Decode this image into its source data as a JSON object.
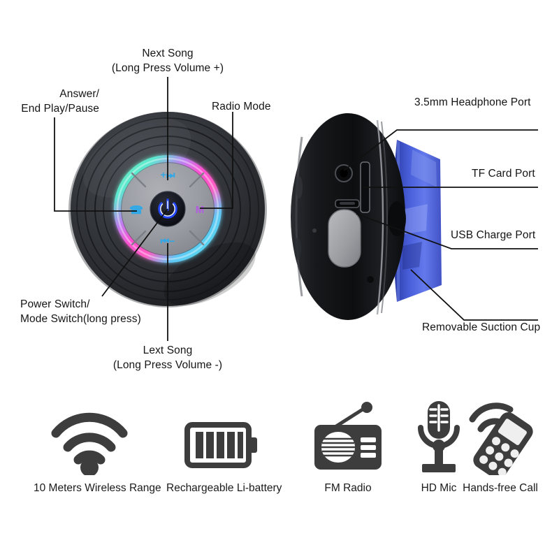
{
  "diagram": {
    "title": "Waterproof Bluetooth Shower Speaker Feature Diagram",
    "background_color": "#ffffff",
    "text_color": "#151515"
  },
  "front_view": {
    "name": "speaker-front-view",
    "body_color": "#2e3034",
    "panel_color": "#9a9ca3",
    "power_button_color": "#1b3fd8",
    "led_ring_colors": [
      "#6ef0b5",
      "#4bd6e8",
      "#ff4fd0",
      "#c04ff2",
      "#35c6f0"
    ],
    "controls": [
      {
        "id": "next-song",
        "glyph": "+⏭",
        "position": "top"
      },
      {
        "id": "radio-mode",
        "glyph": "M",
        "position": "right"
      },
      {
        "id": "prev-song",
        "glyph": "⏮−",
        "position": "bottom"
      },
      {
        "id": "answer-call",
        "glyph": "☎",
        "position": "left"
      },
      {
        "id": "power",
        "glyph": "⏻",
        "position": "center"
      }
    ],
    "callouts": [
      {
        "id": "next-song",
        "lines": [
          "Next Song",
          "(Long Press Volume +)"
        ],
        "align": "center"
      },
      {
        "id": "answer-end-play-pause",
        "lines": [
          "Answer/",
          "End Play/Pause"
        ],
        "align": "right"
      },
      {
        "id": "radio-mode",
        "lines": [
          "Radio Mode"
        ],
        "align": "left"
      },
      {
        "id": "power-switch",
        "lines": [
          "Power Switch/",
          "Mode Switch(long press)"
        ],
        "align": "left"
      },
      {
        "id": "lext-song",
        "lines": [
          "Lext Song",
          "(Long Press Volume -)"
        ],
        "align": "center"
      }
    ]
  },
  "side_view": {
    "name": "speaker-side-view",
    "body_color": "#17181a",
    "suction_cup_color": "#2f46c8",
    "flap_color": "#9a9ca0",
    "callouts": [
      {
        "id": "headphone-port",
        "lines": [
          "3.5mm Headphone Port"
        ]
      },
      {
        "id": "tf-card-port",
        "lines": [
          "TF Card Port"
        ]
      },
      {
        "id": "usb-charge-port",
        "lines": [
          "USB Charge Port"
        ]
      },
      {
        "id": "removable-suction-cup",
        "lines": [
          "Removable Suction Cup"
        ]
      }
    ]
  },
  "features": [
    {
      "id": "wireless-range",
      "icon": "wifi-icon",
      "label": "10 Meters Wireless Range"
    },
    {
      "id": "li-battery",
      "icon": "battery-icon",
      "label": "Rechargeable Li-battery"
    },
    {
      "id": "fm-radio",
      "icon": "radio-icon",
      "label": "FM Radio"
    },
    {
      "id": "hd-mic",
      "icon": "mic-icon",
      "label": "HD Mic"
    },
    {
      "id": "hands-free-call",
      "icon": "phone-icon",
      "label": "Hands-free Call"
    }
  ],
  "feature_icon_color": "#3d3d3d"
}
